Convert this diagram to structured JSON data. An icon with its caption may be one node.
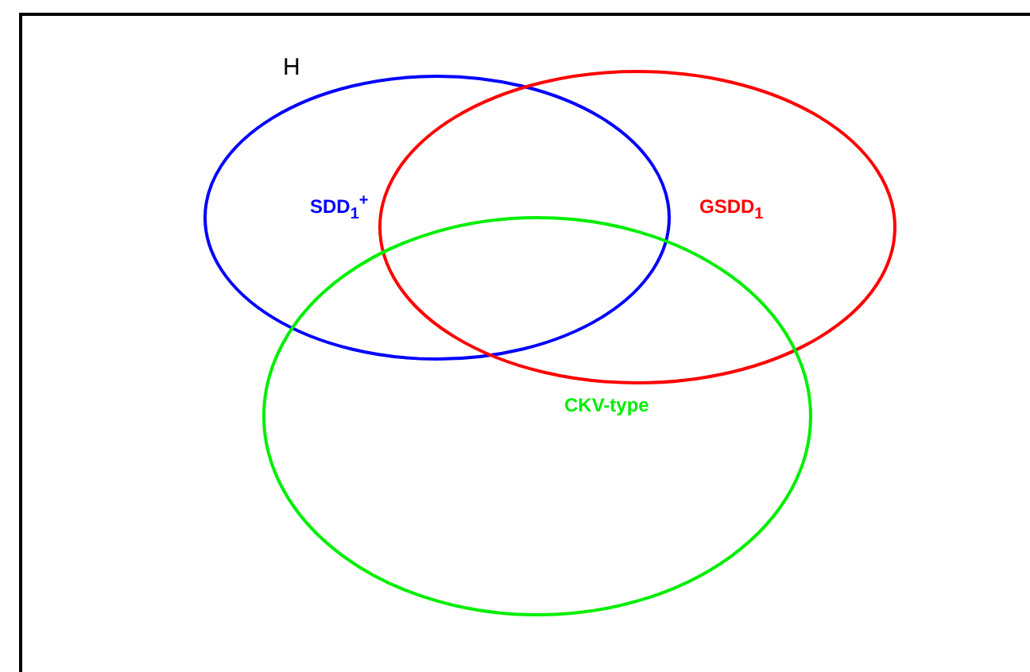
{
  "diagram": {
    "nodes": [
      {
        "text": [
          "H"
        ]
      },
      {
        "text": [
          "SDD$_{1}$$^{+}$"
        ],
        "in": 0
      },
      {
        "text": [
          "GSDD$_{1}$"
        ],
        "in": 0
      },
      {
        "text": [
          "CKV-type"
        ],
        "in": 0
      }
    ]
  }
}
